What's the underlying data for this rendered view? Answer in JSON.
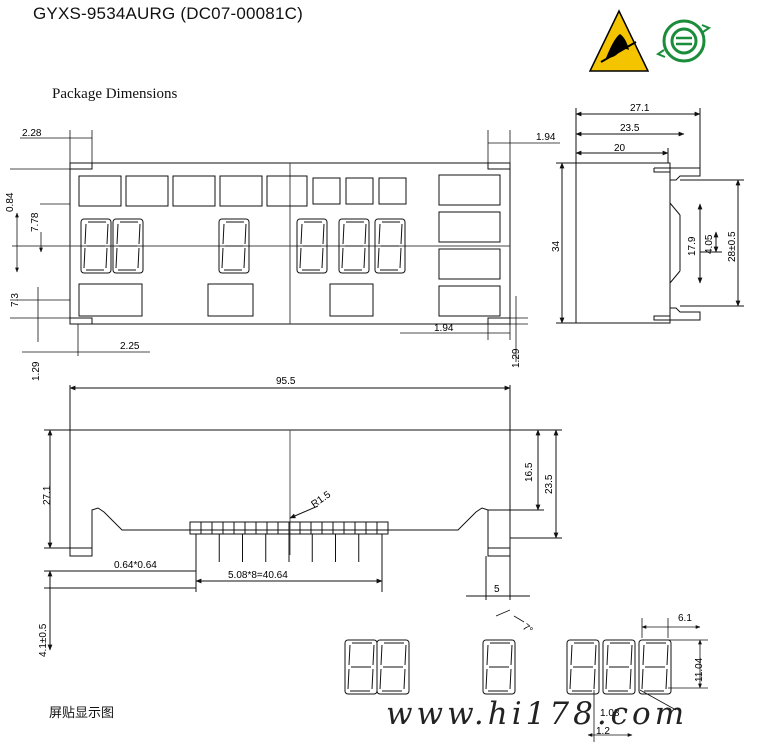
{
  "title": "GYXS-9534AURG (DC07-00081C)",
  "heading": "Package Dimensions",
  "icons": [
    "esd-warning-icon",
    "environmental-mark-icon"
  ],
  "dimensions": {
    "d_2_28": "2.28",
    "d_1_94_top": "1.94",
    "d_0_84": "0.84",
    "d_7_78": "7.78",
    "d_7_3": "7.3",
    "d_1_29_left": "1.29",
    "d_2_25": "2.25",
    "d_1_94_bot": "1.94",
    "d_1_29_right": "1.29",
    "d_27_1_side": "27.1",
    "d_23_5_side": "23.5",
    "d_20": "20",
    "d_34": "34",
    "d_17_9": "17.9",
    "d_4_05": "4.05",
    "d_28": "28±0.5",
    "d_95_5": "95.5",
    "d_27_1_front": "27.1",
    "d_16_5": "16.5",
    "d_23_5_front": "23.5",
    "d_r1_5": "R1.5",
    "d_064": "0.64*0.64",
    "d_pitch": "5.08*8=40.64",
    "d_5": "5",
    "d_4_1": "4.1±0.5",
    "d_6_1": "6.1",
    "d_11_04": "11.04",
    "d_1_08": "1.08",
    "d_1_2": "1.2",
    "d_angle": "7°"
  },
  "caption": "屏贴显示图",
  "watermark": "www.hi178.com"
}
